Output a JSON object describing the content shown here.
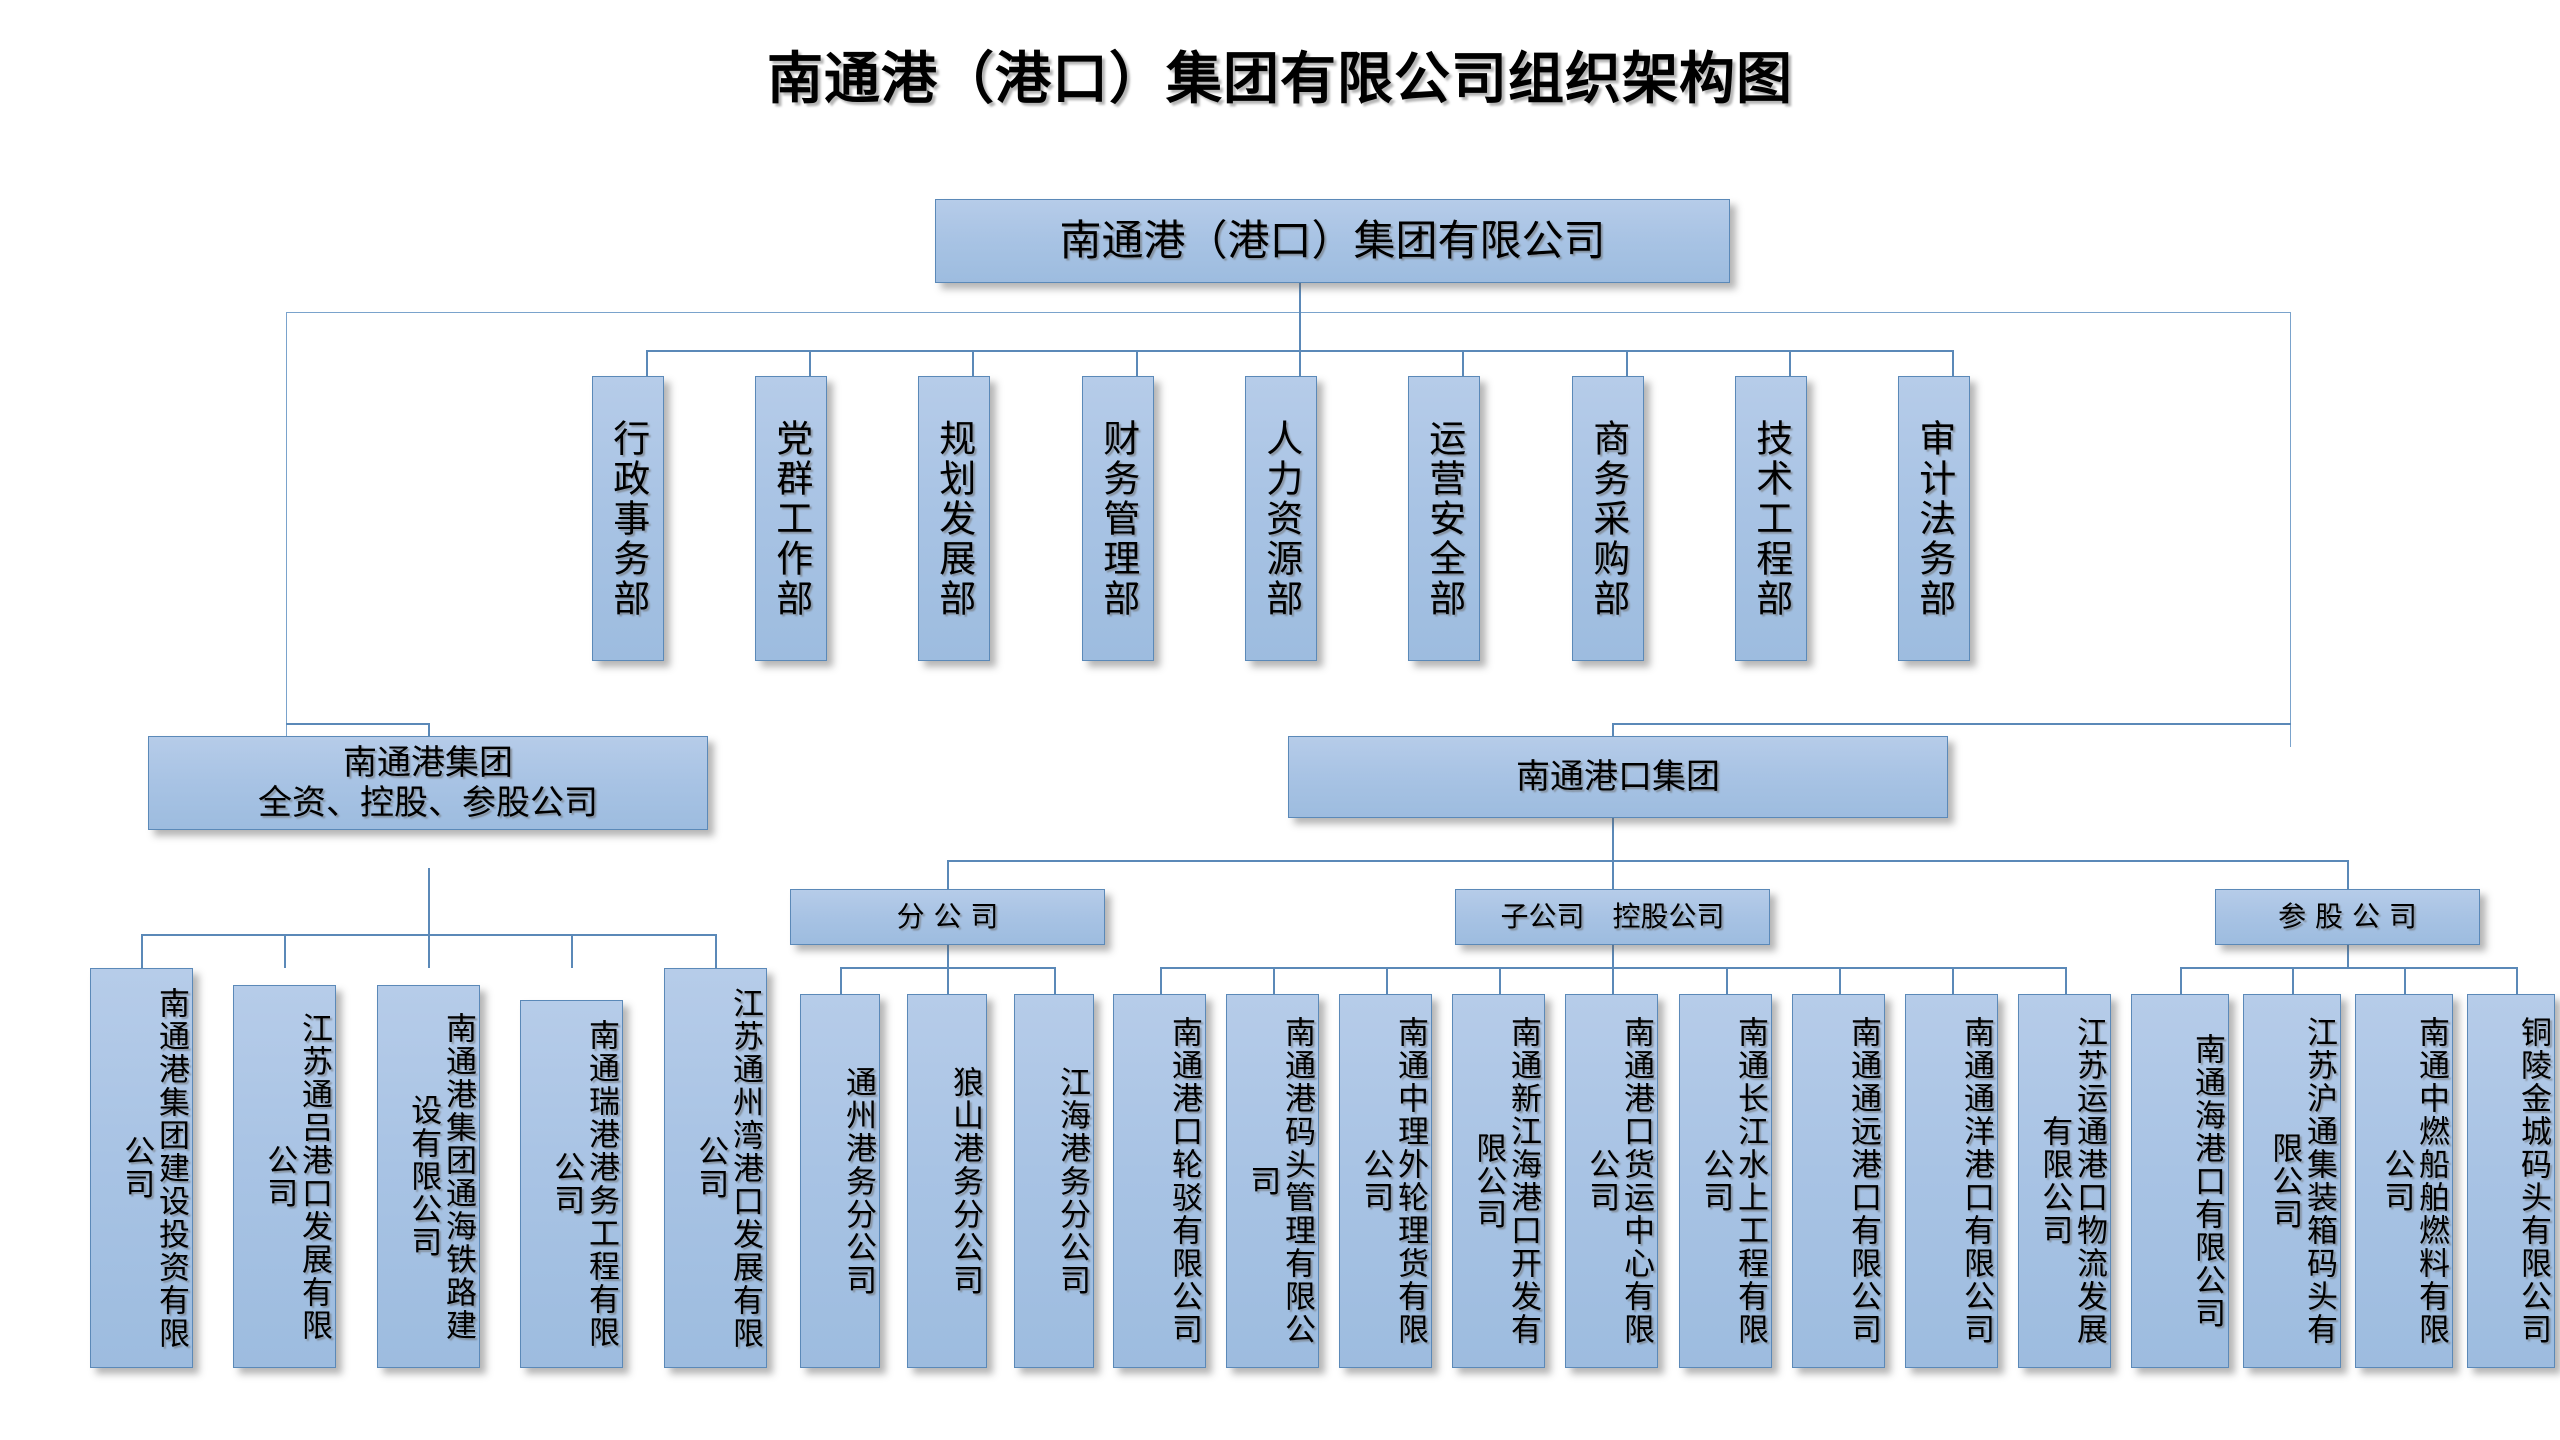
{
  "title": "南通港（港口）集团有限公司组织架构图",
  "root": {
    "label": "南通港（港口）集团有限公司"
  },
  "departments": [
    {
      "label": "行政事务部"
    },
    {
      "label": "党群工作部"
    },
    {
      "label": "规划发展部"
    },
    {
      "label": "财务管理部"
    },
    {
      "label": "人力资源部"
    },
    {
      "label": "运营安全部"
    },
    {
      "label": "商务采购部"
    },
    {
      "label": "技术工程部"
    },
    {
      "label": "审计法务部"
    }
  ],
  "groups": {
    "left": {
      "line1": "南通港集团",
      "line2": "全资、控股、参股公司"
    },
    "right": {
      "label": "南通港口集团"
    }
  },
  "categories": {
    "branch": "分 公 司",
    "subsidiary": "子公司　控股公司",
    "affiliate": "参 股 公 司"
  },
  "left_companies": [
    {
      "label": "南通港集团建设投资有限公司"
    },
    {
      "label": "江苏通吕港口发展有限公司"
    },
    {
      "label": "南通港集团通海铁路建设有限公司"
    },
    {
      "label": "南通瑞港港务工程有限公司"
    },
    {
      "label": "江苏通州湾港口发展有限公司"
    }
  ],
  "branch_companies": [
    {
      "label": "通州港务分公司"
    },
    {
      "label": "狼山港务分公司"
    },
    {
      "label": "江海港务分公司"
    }
  ],
  "subsidiary_companies": [
    {
      "label": "南通港口轮驳有限公司"
    },
    {
      "label": "南通港码头管理有限公司"
    },
    {
      "label": "南通中理外轮理货有限公司"
    },
    {
      "label": "南通新江海港口开发有限公司"
    },
    {
      "label": "南通港口货运中心有限公司"
    },
    {
      "label": "南通长江水上工程有限公司"
    },
    {
      "label": "南通通远港口有限公司"
    },
    {
      "label": "南通通洋港口有限公司"
    },
    {
      "label": "江苏运通港口物流发展有限公司"
    }
  ],
  "affiliate_companies": [
    {
      "label": "南通海港口有限公司"
    },
    {
      "label": "江苏沪通集装箱码头有限公司"
    },
    {
      "label": "南通中燃船舶燃料有限公司"
    },
    {
      "label": "铜陵金城码头有限公司"
    }
  ],
  "colors": {
    "box_fill": "#a8c3e4",
    "box_border": "#5b89b8",
    "connector": "#5b89b8",
    "text": "#000000",
    "background": "#ffffff"
  }
}
